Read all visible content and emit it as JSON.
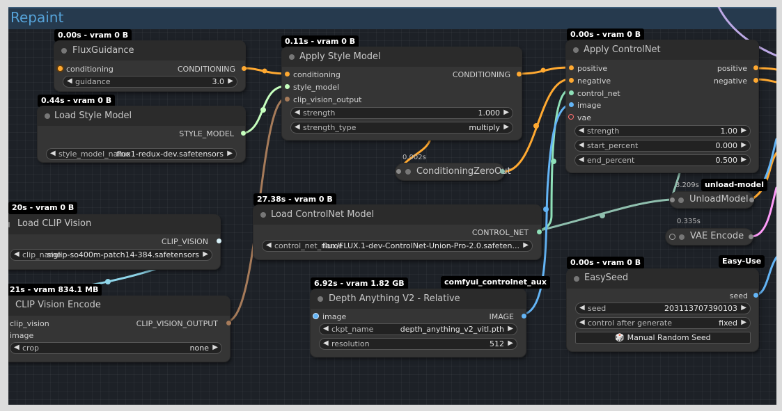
{
  "group_title": "Repaint",
  "nodes": {
    "flux_guidance": {
      "badge": "0.00s - vram 0 B",
      "title": "FluxGuidance",
      "in_conditioning": "conditioning",
      "out_conditioning": "CONDITIONING",
      "guidance_name": "guidance",
      "guidance_value": "3.0"
    },
    "apply_style": {
      "badge": "0.11s - vram 0 B",
      "title": "Apply Style Model",
      "in_conditioning": "conditioning",
      "in_style_model": "style_model",
      "in_clip_vision_output": "clip_vision_output",
      "out_conditioning": "CONDITIONING",
      "strength_name": "strength",
      "strength_value": "1.000",
      "strength_type_name": "strength_type",
      "strength_type_value": "multiply"
    },
    "load_style": {
      "badge": "0.44s - vram 0 B",
      "title": "Load Style Model",
      "out_style_model": "STYLE_MODEL",
      "style_model_name": "style_model_name",
      "style_model_value": "flux1-redux-dev.safetensors"
    },
    "apply_controlnet": {
      "badge": "0.00s - vram 0 B",
      "title": "Apply ControlNet",
      "in_positive": "positive",
      "in_negative": "negative",
      "in_control_net": "control_net",
      "in_image": "image",
      "in_vae": "vae",
      "out_positive": "positive",
      "out_negative": "negative",
      "strength_name": "strength",
      "strength_value": "1.00",
      "start_name": "start_percent",
      "start_value": "0.000",
      "end_name": "end_percent",
      "end_value": "0.500"
    },
    "cond_zero": {
      "time": "0.002s",
      "title": "ConditioningZeroOut"
    },
    "unload": {
      "time": "3.209s",
      "badge": "unload-model",
      "title": "UnloadModel"
    },
    "vae_encode": {
      "time": "0.335s",
      "title": "VAE Encode"
    },
    "load_clip_vision": {
      "badge": "20s - vram 0 B",
      "title": "Load CLIP Vision",
      "out_clip_vision": "CLIP_VISION",
      "clip_name_name": "clip_name",
      "clip_name_value": "siglip-so400m-patch14-384.safetensors"
    },
    "load_controlnet": {
      "badge": "27.38s - vram 0 B",
      "title": "Load ControlNet Model",
      "out_control_net": "CONTROL_NET",
      "control_net_name_name": "control_net_name",
      "control_net_name_value": "flux/FLUX.1-dev-ControlNet-Union-Pro-2.0.safeten..."
    },
    "clip_vision_encode": {
      "badge": "21s - vram 834.1 MB",
      "title": "CLIP Vision Encode",
      "in_clip_vision": "clip_vision",
      "in_image": "image",
      "out_clip_vision_output": "CLIP_VISION_OUTPUT",
      "crop_name": "crop",
      "crop_value": "none"
    },
    "depth_anything": {
      "badge": "6.92s - vram 1.82 GB",
      "badge2": "comfyui_controlnet_aux",
      "title": "Depth Anything V2 - Relative",
      "in_image": "image",
      "out_image": "IMAGE",
      "ckpt_name": "ckpt_name",
      "ckpt_value": "depth_anything_v2_vitl.pth",
      "resolution_name": "resolution",
      "resolution_value": "512"
    },
    "easy_seed": {
      "badge": "0.00s - vram 0 B",
      "badge2": "Easy-Use",
      "title": "EasySeed",
      "out_seed": "seed",
      "seed_name": "seed",
      "seed_value": "203113707390103",
      "control_name": "control after generate",
      "control_value": "fixed",
      "button_label": "Manual Random Seed"
    }
  },
  "colors": {
    "conditioning": "#ffa931",
    "style_model": "#c6ffbe",
    "clip_vision_output": "#a67b5a",
    "control_net": "#8fbfae",
    "image": "#64b5f6",
    "vae": "#ff6e6e",
    "latent": "#ff9cf9",
    "canvas": "#1d2127"
  }
}
